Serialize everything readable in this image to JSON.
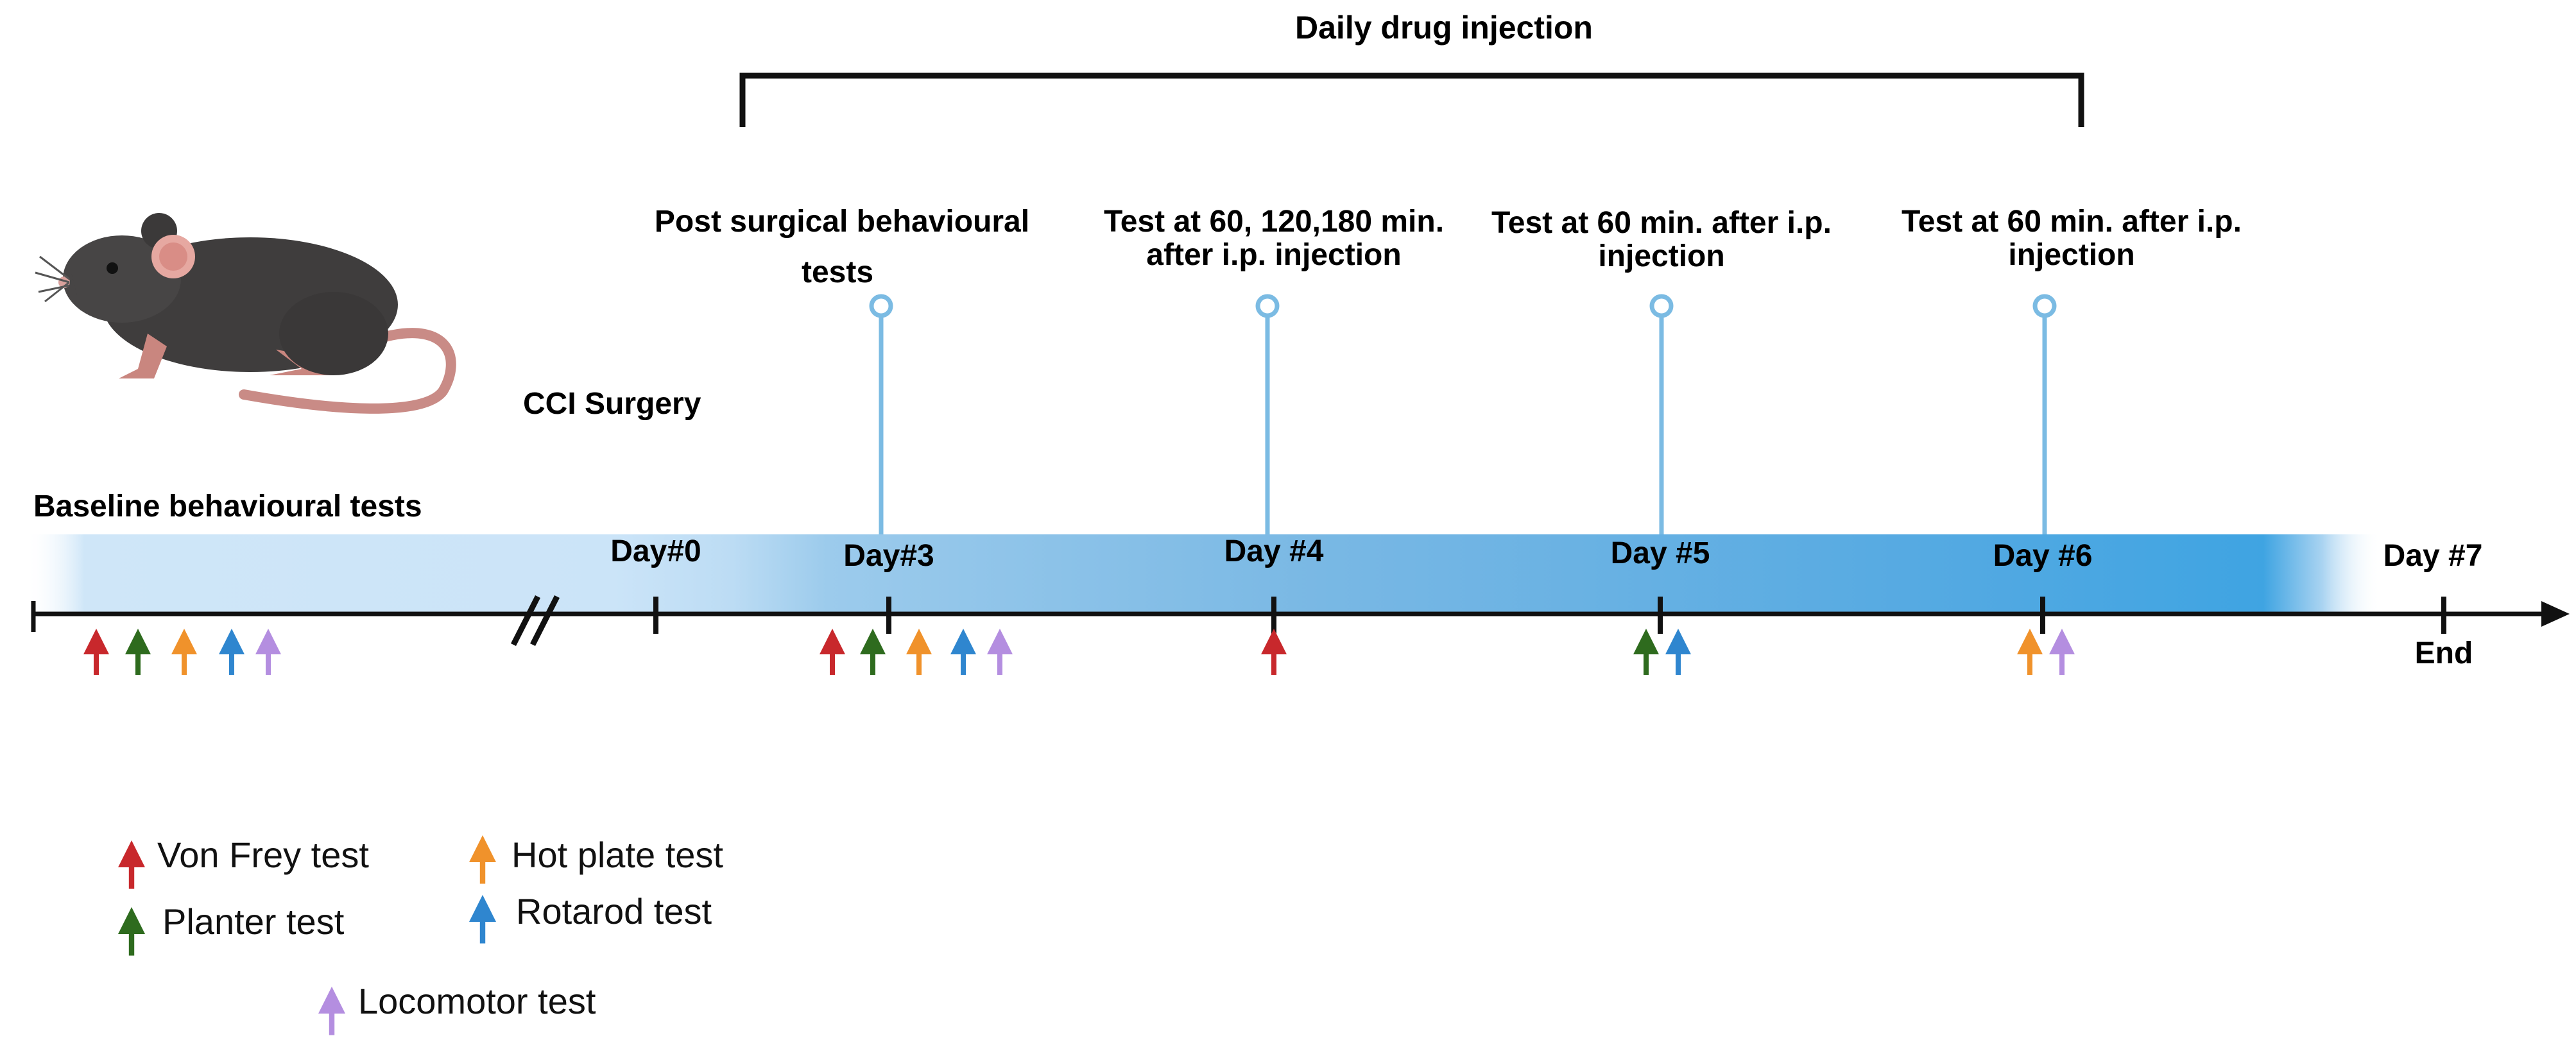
{
  "header": {
    "title": "Daily drug injection"
  },
  "surgery_label": "CCI Surgery",
  "baseline_label": "Baseline behavioural tests",
  "timeline": {
    "days": [
      {
        "id": "day0",
        "label": "Day#0"
      },
      {
        "id": "day3",
        "label": "Day#3"
      },
      {
        "id": "day4",
        "label": "Day #4"
      },
      {
        "id": "day5",
        "label": "Day #5"
      },
      {
        "id": "day6",
        "label": "Day #6"
      },
      {
        "id": "day7",
        "label": "Day #7"
      }
    ],
    "end_label": "End"
  },
  "pins": [
    {
      "id": "day3",
      "lines": [
        "Post surgical behavioural",
        "tests"
      ]
    },
    {
      "id": "day4",
      "lines": [
        "Test at 60, 120,180 min.",
        "after i.p. injection"
      ]
    },
    {
      "id": "day5",
      "lines": [
        "Test at 60 min. after i.p.",
        "injection"
      ]
    },
    {
      "id": "day6",
      "lines": [
        "Test at 60 min. after i.p.",
        "injection"
      ]
    }
  ],
  "tests": {
    "baseline": [
      "vonfrey",
      "planter",
      "hotplate",
      "rotarod",
      "locomotor"
    ],
    "day3": [
      "vonfrey",
      "planter",
      "hotplate",
      "rotarod",
      "locomotor"
    ],
    "day4": [
      "vonfrey"
    ],
    "day5": [
      "planter",
      "rotarod"
    ],
    "day6": [
      "hotplate",
      "locomotor"
    ]
  },
  "legend": {
    "vonfrey": {
      "label": "Von Frey test",
      "color": "#c8282c"
    },
    "planter": {
      "label": "Planter test",
      "color": "#2e6b1e"
    },
    "hotplate": {
      "label": "Hot plate test",
      "color": "#f0922b"
    },
    "rotarod": {
      "label": "Rotarod test",
      "color": "#2f86cf"
    },
    "locomotor": {
      "label": "Locomotor test",
      "color": "#b48ee0"
    }
  },
  "colors": {
    "band_light": "#cfe6f8",
    "band_dark": "#3fa4e2",
    "pin": "#7bbbe3",
    "axis": "#111111"
  }
}
